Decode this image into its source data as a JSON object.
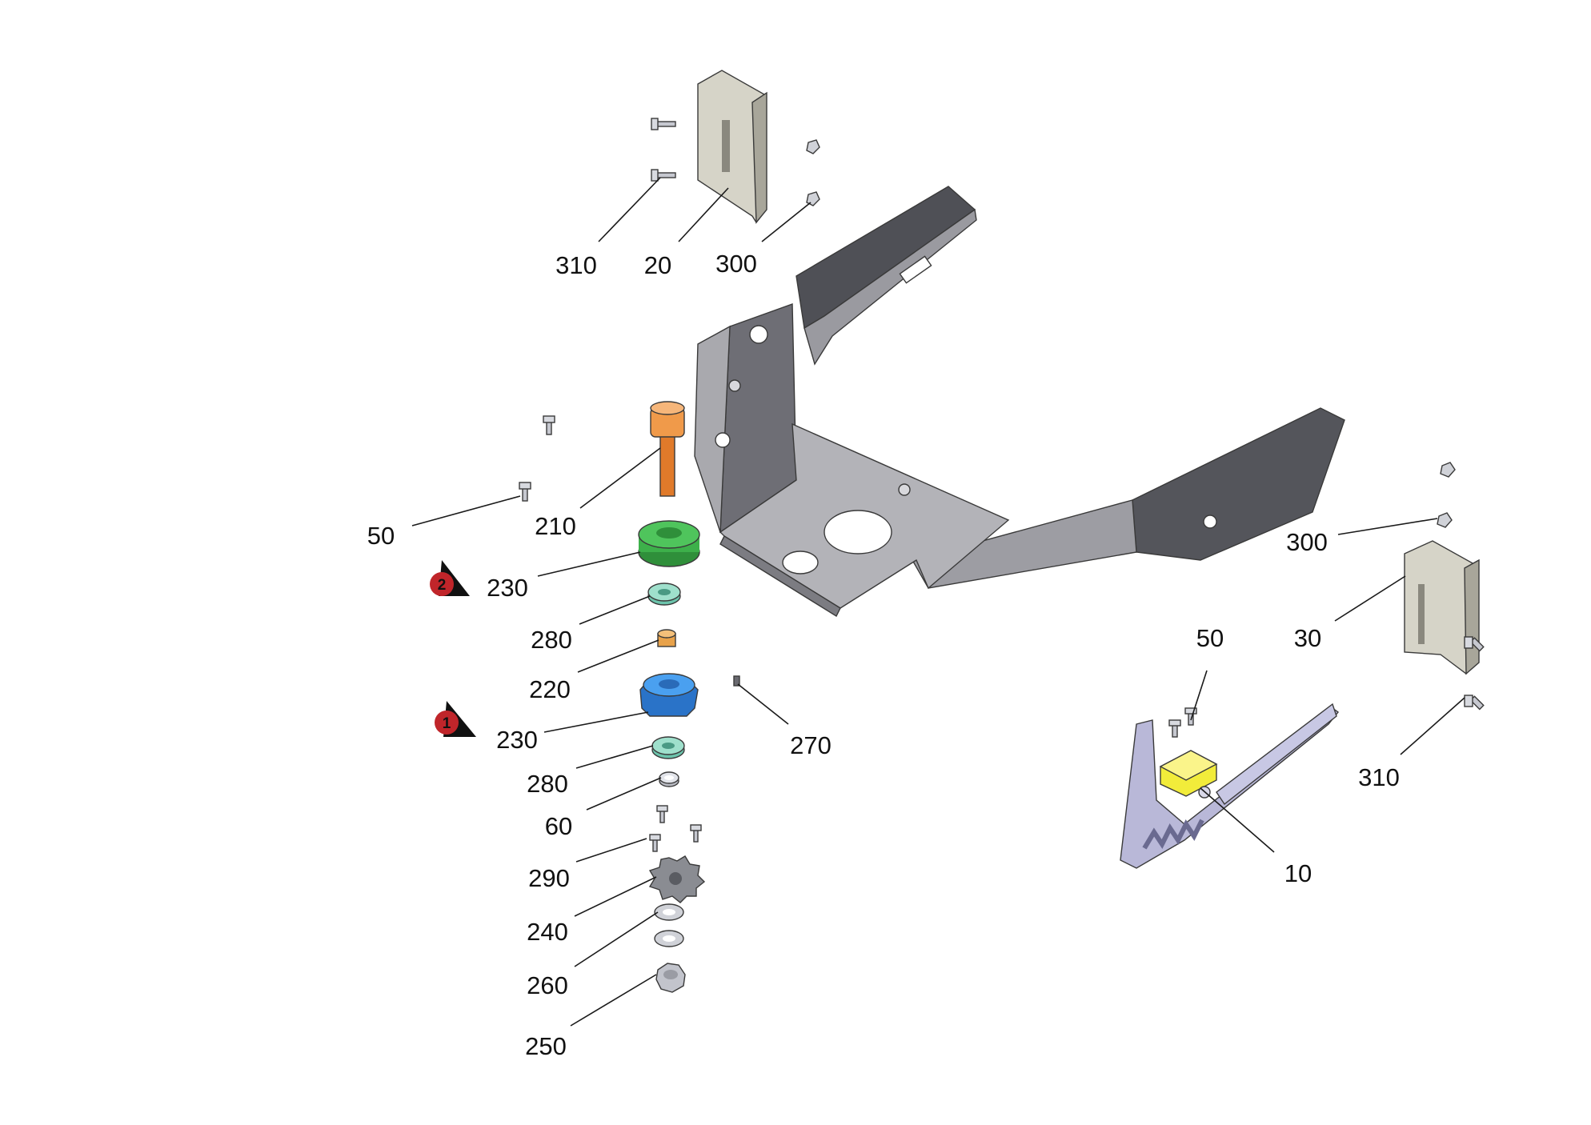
{
  "callouts": {
    "c310_top": "310",
    "c20": "20",
    "c300_top": "300",
    "c50_left": "50",
    "c210": "210",
    "c230_upper": "230",
    "c280_upper": "280",
    "c220": "220",
    "c230_lower": "230",
    "c270": "270",
    "c280_lower": "280",
    "c60": "60",
    "c290": "290",
    "c240": "240",
    "c260": "260",
    "c250": "250",
    "c300_right": "300",
    "c30": "30",
    "c50_right": "50",
    "c310_right": "310",
    "c10": "10"
  },
  "badges": {
    "upper": "2",
    "lower": "1"
  },
  "colors": {
    "frame": "#8f8f95",
    "frame_dark": "#55565c",
    "frame_light": "#c4c4c8",
    "bracket": "#d8d6cc",
    "pin": "#e07a2a",
    "bushing_green": "#3db04a",
    "bushing_blue": "#3a8fe6",
    "washer_teal": "#8fd8c4",
    "spacer_orange": "#e8a24a",
    "spring_lever": "#b9b8d8",
    "yellow_block": "#f2ec3a",
    "badge_red": "#c0252a",
    "hardware": "#c6c8d0"
  }
}
